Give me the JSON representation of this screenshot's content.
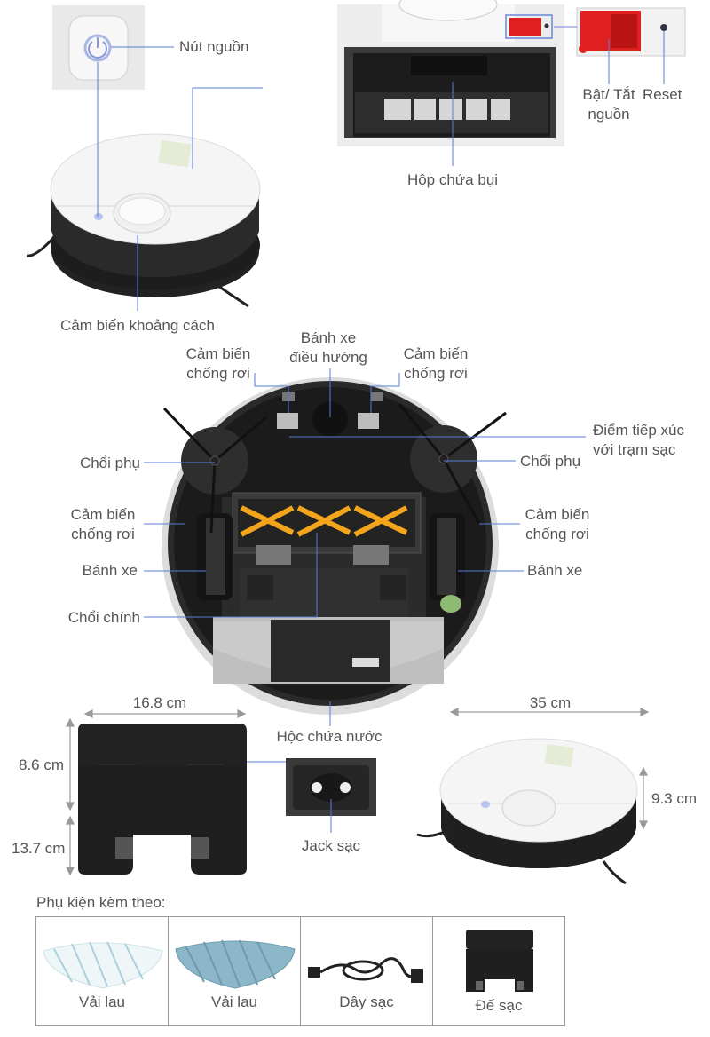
{
  "top": {
    "power_button": "Nút nguồn",
    "power_switch": "Bật/ Tắt\nnguồn",
    "reset": "Reset",
    "dust_box": "Hộp chứa bụi",
    "distance_sensor": "Cảm biến khoảng cách"
  },
  "bottom": {
    "nav_wheel": "Bánh xe\nđiều hướng",
    "cliff_sensor_tl": "Cảm biến\nchống rơi",
    "cliff_sensor_tr": "Cảm biến\nchống rơi",
    "charge_contacts": "Điểm tiếp xúc\nvới trạm sạc",
    "side_brush_left": "Chổi phụ",
    "side_brush_right": "Chổi phụ",
    "cliff_sensor_ml": "Cảm biến\nchống rơi",
    "cliff_sensor_mr": "Cảm biến\nchống rơi",
    "wheel_left": "Bánh xe",
    "wheel_right": "Bánh xe",
    "main_brush": "Chổi chính",
    "water_tank": "Hộc chứa nước"
  },
  "dimensions": {
    "dock_width": "16.8 cm",
    "dock_height": "8.6 cm",
    "dock_depth": "13.7 cm",
    "charge_jack": "Jack sạc",
    "robot_diameter": "35 cm",
    "robot_height": "9.3 cm"
  },
  "accessories": {
    "title": "Phụ kiện kèm theo:",
    "items": [
      "Vải lau",
      "Vải lau",
      "Dây sạc",
      "Đế sạc"
    ]
  },
  "colors": {
    "accent_red": "#e02020",
    "brush_orange": "#f2a51a",
    "robot_white": "#f4f4f4",
    "robot_dark": "#2a2a2a"
  }
}
